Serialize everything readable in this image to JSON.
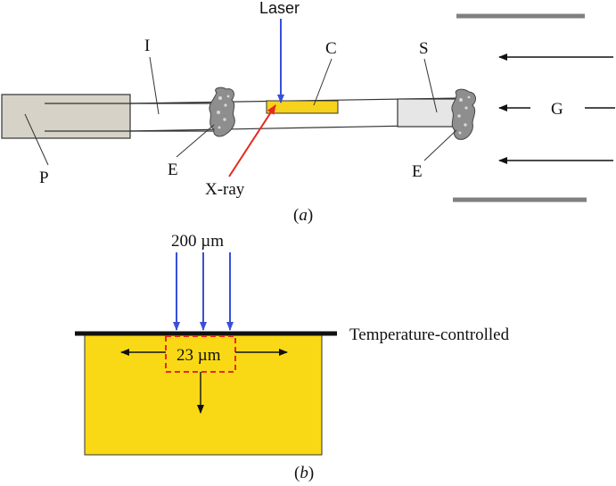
{
  "panel_a": {
    "laser_label": "Laser",
    "xray_label": "X-ray",
    "label_I": "I",
    "label_C": "C",
    "label_S": "S",
    "label_P": "P",
    "label_E_left": "E",
    "label_E_right": "E",
    "label_G": "G",
    "caption_open": "(",
    "caption_letter": "a",
    "caption_close": ")"
  },
  "panel_b": {
    "beam_width_label": "200 µm",
    "spot_label": "23 µm",
    "surface_label": "Temperature-controlled",
    "caption_open": "(",
    "caption_letter": "b",
    "caption_close": ")"
  },
  "colors": {
    "laser": "#3a4fd8",
    "xray": "#e8281e",
    "crystal_fill": "#f7d21c",
    "sample_fill": "#f9d915",
    "capillary_holder": "#d6d2c8",
    "plate": "#808080",
    "dashed_box": "#e8281e"
  }
}
